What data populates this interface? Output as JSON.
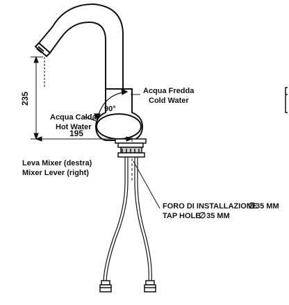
{
  "dimensions": {
    "height_mm": "235",
    "reach_mm": "195",
    "angle": "90°"
  },
  "labels": {
    "cold_it": "Acqua Fredda",
    "cold_en": "Cold Water",
    "hot_it": "Acqua Calda",
    "hot_en": "Hot Water",
    "lever_it": "Leva Mixer (destra)",
    "lever_en": "Mixer Lever (right)",
    "hole_it": "FORO DI INSTALLAZIONE",
    "hole_it_size": "35 MM",
    "hole_en": "TAP HOLE",
    "hole_en_size": "35 MM"
  },
  "colors": {
    "line": "#111111",
    "body_fill": "#ffffff",
    "hose_fill": "#bdbdbd"
  }
}
